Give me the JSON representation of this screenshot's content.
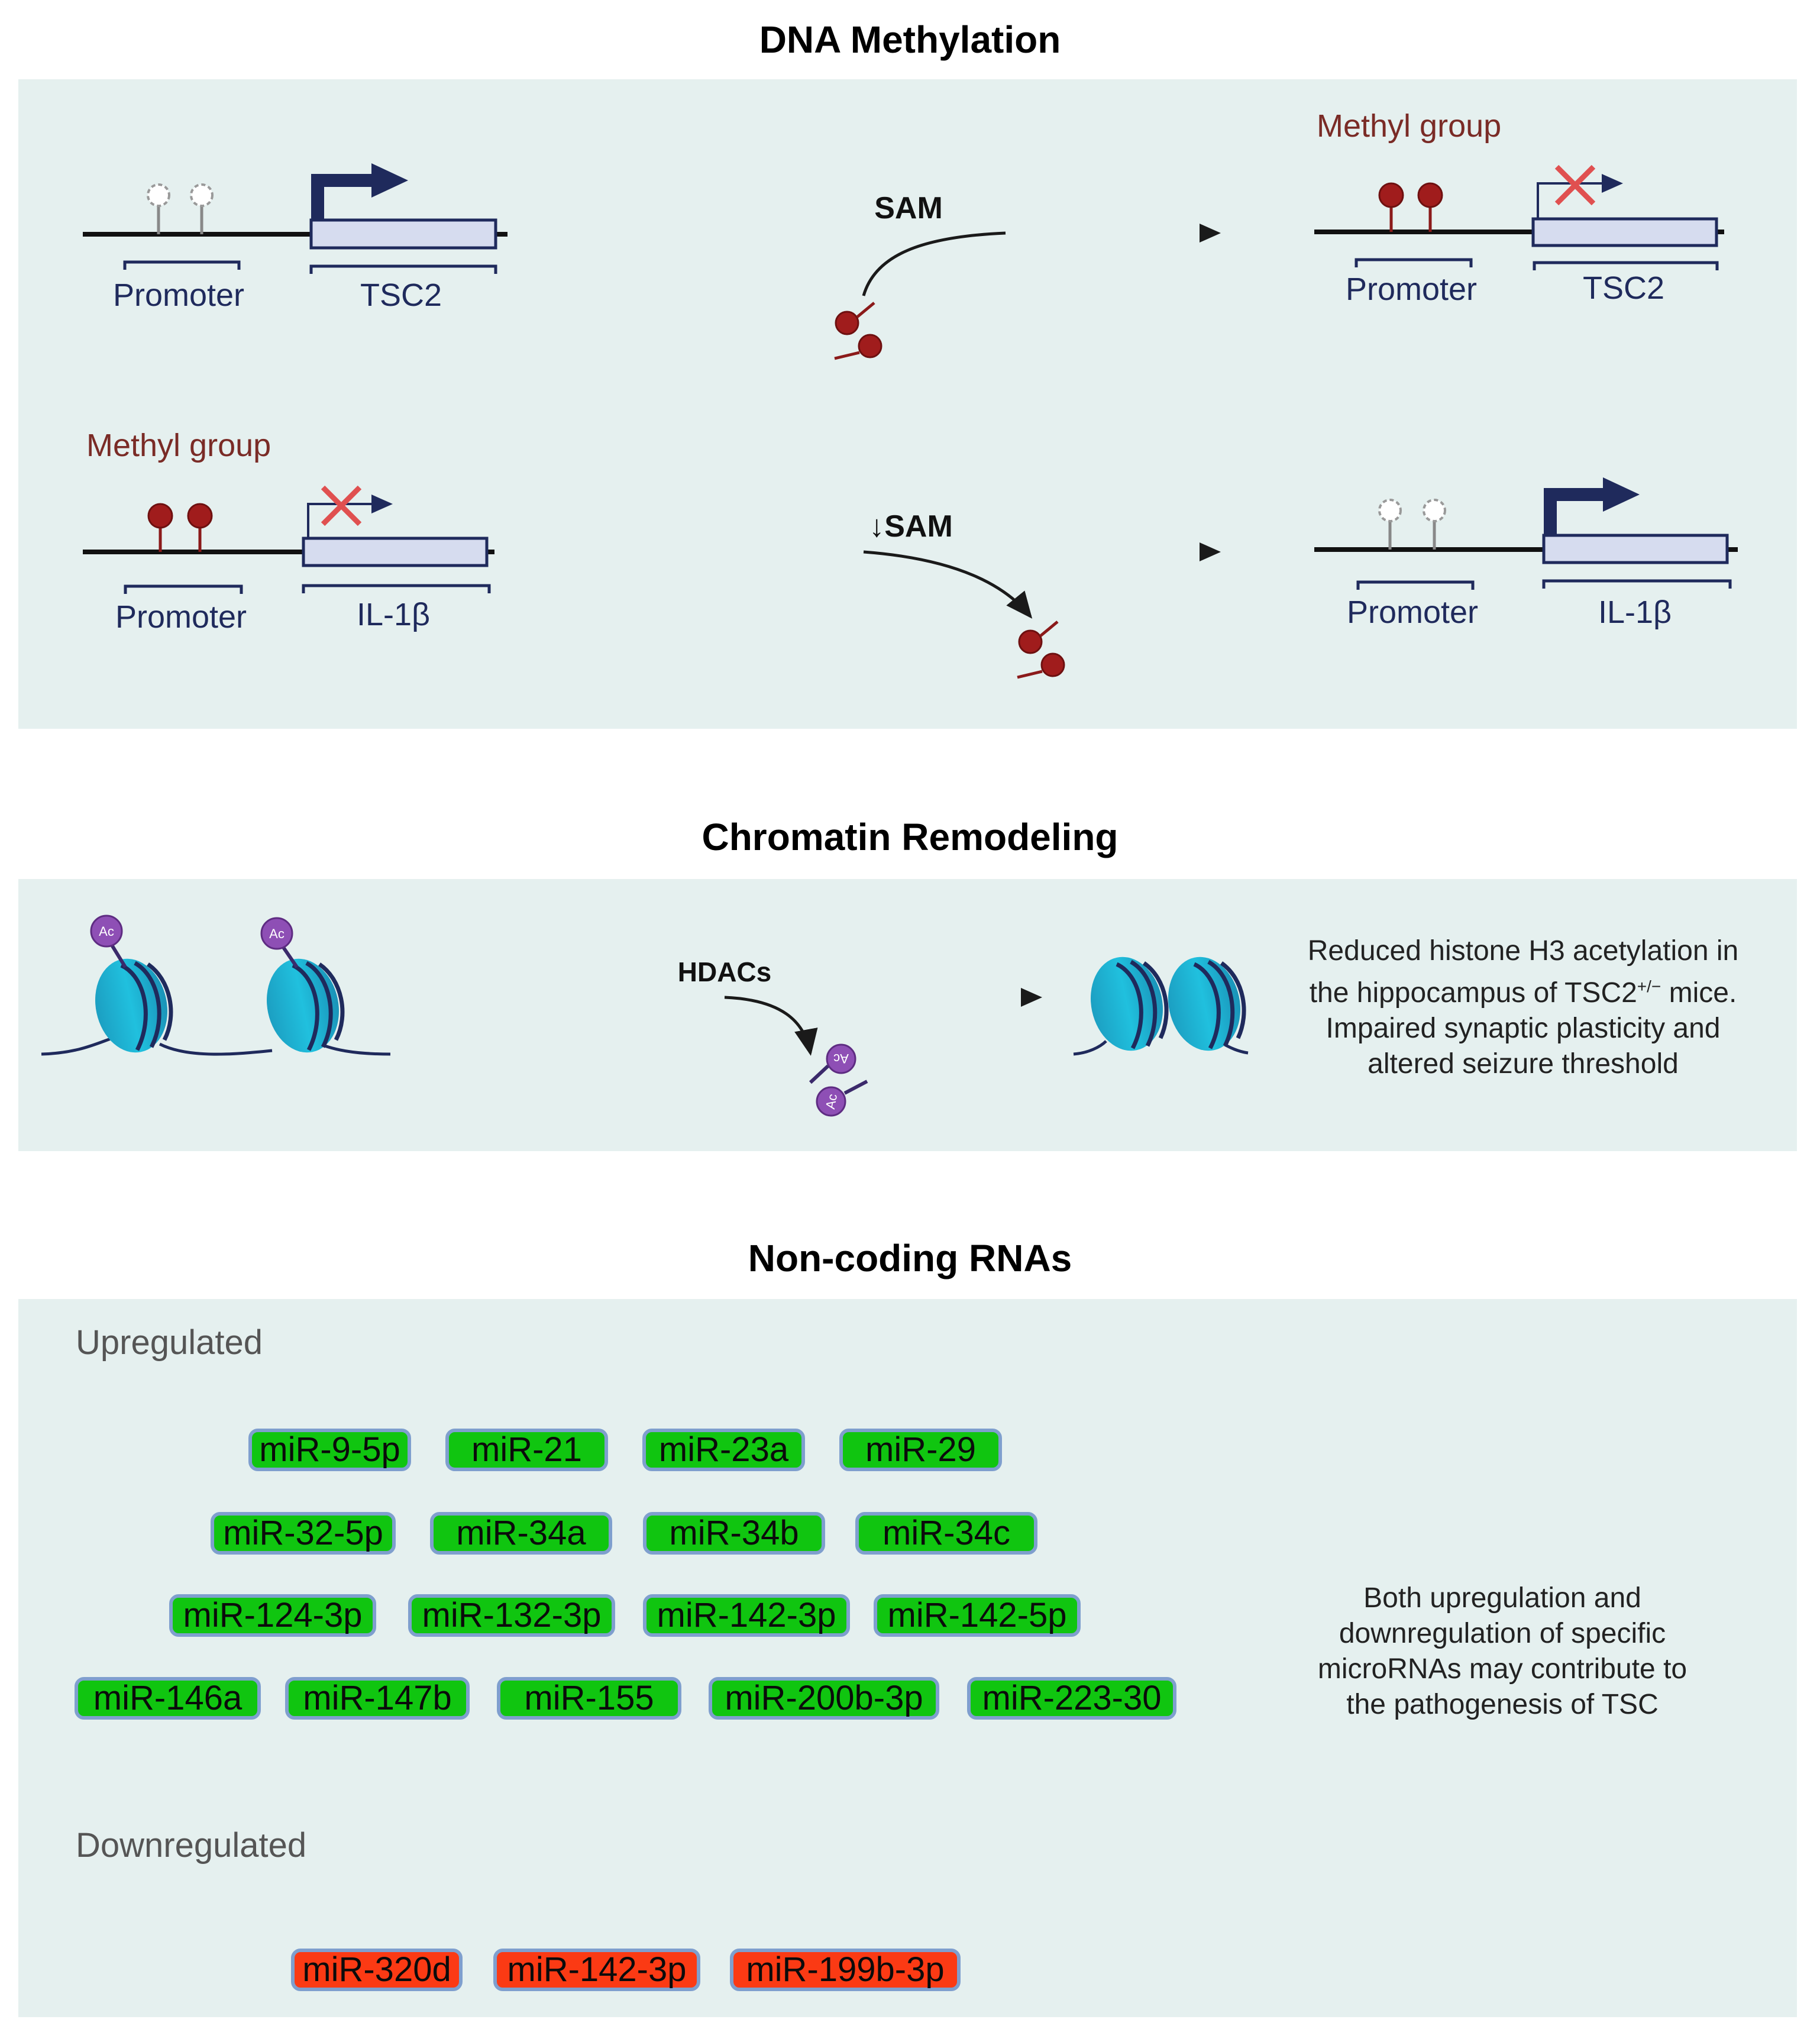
{
  "sections": {
    "dna_methylation": {
      "title": "DNA Methylation",
      "row1": {
        "left": {
          "promoter_label": "Promoter",
          "gene_label": "TSC2"
        },
        "arrow_label": "SAM",
        "right": {
          "methyl_label": "Methyl group",
          "promoter_label": "Promoter",
          "gene_label": "TSC2"
        }
      },
      "row2": {
        "left": {
          "methyl_label": "Methyl group",
          "promoter_label": "Promoter",
          "gene_label": "IL-1β"
        },
        "arrow_label": "↓SAM",
        "right": {
          "promoter_label": "Promoter",
          "gene_label": "IL-1β"
        }
      }
    },
    "chromatin_remodeling": {
      "title": "Chromatin Remodeling",
      "arrow_label": "HDACs",
      "acetyl_label": "Ac",
      "description_lines": [
        "Reduced histone H3 acetylation in",
        "the hippocampus of TSC2",
        "+/−",
        " mice.",
        "Impaired synaptic plasticity and",
        "altered seizure threshold"
      ]
    },
    "noncoding_rnas": {
      "title": "Non-coding RNAs",
      "upregulated_label": "Upregulated",
      "downregulated_label": "Downregulated",
      "upregulated": [
        "miR-9-5p",
        "miR-21",
        "miR-23a",
        "miR-29",
        "miR-32-5p",
        "miR-34a",
        "miR-34b",
        "miR-34c",
        "miR-124-3p",
        "miR-132-3p",
        "miR-142-3p",
        "miR-142-5p",
        "miR-146a",
        "miR-147b",
        "miR-155",
        "miR-200b-3p",
        "miR-223-30"
      ],
      "downregulated": [
        "miR-320d",
        "miR-142-3p",
        "miR-199b-3p"
      ],
      "description_lines": [
        "Both upregulation and",
        "downregulation of specific",
        "microRNAs may contribute to",
        "the pathogenesis of TSC"
      ]
    }
  },
  "colors": {
    "panel_bg": "#e5f0ef",
    "gene_text": "#1f2a5c",
    "methyl": "#8b1a1a",
    "nucleosome": "#1fb3d3",
    "acetyl": "#8e4fb5",
    "upregulated": "#10c510",
    "downregulated": "#fb3a14",
    "pill_border": "#7f9fce"
  }
}
